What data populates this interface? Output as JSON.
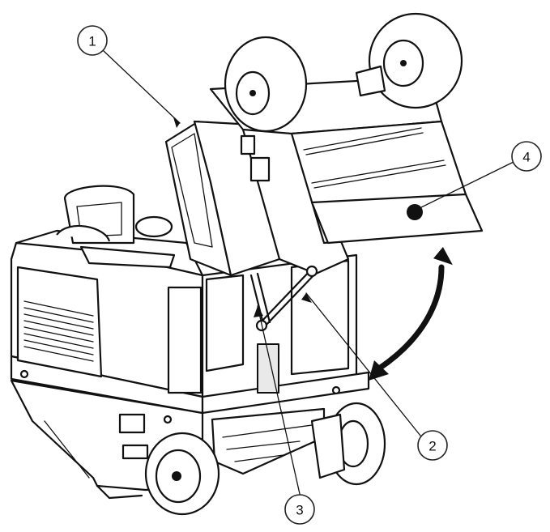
{
  "callouts": [
    {
      "id": "1",
      "label": "1"
    },
    {
      "id": "2",
      "label": "2"
    },
    {
      "id": "3",
      "label": "3"
    },
    {
      "id": "4",
      "label": "4"
    }
  ],
  "colors": {
    "line": "#111111",
    "background": "#ffffff",
    "shading": "#e9e9e9"
  }
}
